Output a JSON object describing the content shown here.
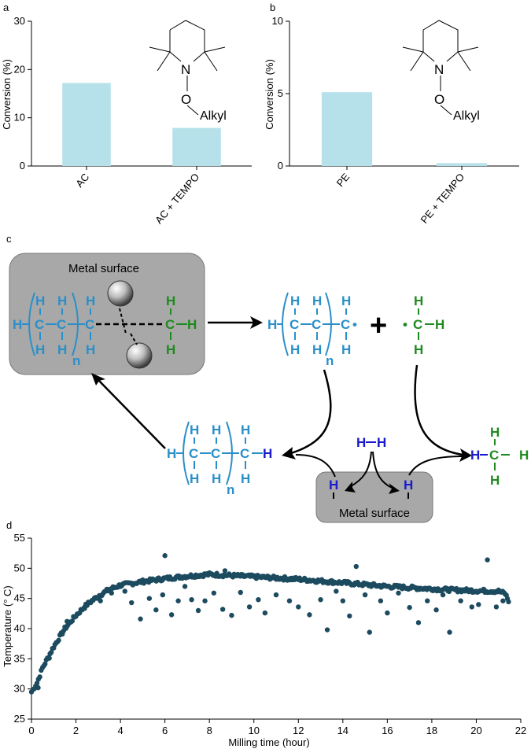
{
  "panels": {
    "a": "a",
    "b": "b",
    "c": "c",
    "d": "d"
  },
  "bar_color": "#b7e1ea",
  "point_color": "#1c4a5e",
  "chart_data": [
    {
      "type": "bar",
      "panel": "a",
      "categories": [
        "AC",
        "AC + TEMPO"
      ],
      "values": [
        17.2,
        7.9
      ],
      "ylabel": "Conversion (%)",
      "ylim": [
        0,
        30
      ],
      "yticks": [
        0,
        10,
        20,
        30
      ]
    },
    {
      "type": "bar",
      "panel": "b",
      "categories": [
        "PE",
        "PE + TEMPO"
      ],
      "values": [
        5.1,
        0.2
      ],
      "ylabel": "Conversion (%)",
      "ylim": [
        0,
        10
      ],
      "yticks": [
        0,
        5,
        10
      ]
    },
    {
      "type": "scatter",
      "panel": "d",
      "xlabel": "Milling time (hour)",
      "ylabel": "Temperature (° C)",
      "xlim": [
        0,
        22
      ],
      "ylim": [
        25,
        55
      ],
      "xticks": [
        0,
        2,
        4,
        6,
        8,
        10,
        12,
        14,
        16,
        18,
        20,
        22
      ],
      "yticks": [
        25,
        30,
        35,
        40,
        45,
        50,
        55
      ],
      "trend": [
        [
          0,
          29.5
        ],
        [
          0.25,
          31
        ],
        [
          0.5,
          33.5
        ],
        [
          1,
          37
        ],
        [
          1.5,
          40
        ],
        [
          2,
          42.2
        ],
        [
          2.5,
          44
        ],
        [
          3,
          45.4
        ],
        [
          3.5,
          46.5
        ],
        [
          4,
          47.2
        ],
        [
          5,
          47.8
        ],
        [
          6,
          48.3
        ],
        [
          7,
          48.7
        ],
        [
          8,
          49
        ],
        [
          9,
          48.8
        ],
        [
          10,
          48.6
        ],
        [
          11,
          48.4
        ],
        [
          12,
          48.2
        ],
        [
          13,
          47.9
        ],
        [
          14,
          47.6
        ],
        [
          15,
          47.3
        ],
        [
          16,
          47
        ],
        [
          17,
          46.8
        ],
        [
          18,
          46.6
        ],
        [
          19,
          46.4
        ],
        [
          20,
          46.3
        ],
        [
          21,
          46.2
        ],
        [
          21.3,
          45.8
        ],
        [
          21.5,
          44.2
        ]
      ],
      "outliers": [
        [
          0.3,
          30.2
        ],
        [
          0.8,
          35.1
        ],
        [
          1.6,
          41.2
        ],
        [
          2.4,
          43.6
        ],
        [
          3.1,
          44.6
        ],
        [
          3.6,
          45.9
        ],
        [
          4.2,
          46.2
        ],
        [
          4.5,
          44.3
        ],
        [
          4.9,
          41.6
        ],
        [
          5.3,
          45.0
        ],
        [
          5.6,
          43.1
        ],
        [
          5.9,
          45.6
        ],
        [
          6.0,
          52.1
        ],
        [
          6.3,
          42.3
        ],
        [
          6.6,
          44.6
        ],
        [
          6.9,
          47.0
        ],
        [
          7.2,
          44.8
        ],
        [
          7.5,
          43.0
        ],
        [
          7.8,
          44.6
        ],
        [
          8.2,
          45.9
        ],
        [
          8.6,
          43.2
        ],
        [
          8.7,
          49.6
        ],
        [
          9.0,
          42.2
        ],
        [
          9.4,
          46.0
        ],
        [
          9.8,
          43.6
        ],
        [
          10.2,
          44.8
        ],
        [
          10.5,
          42.6
        ],
        [
          11.0,
          45.6
        ],
        [
          11.6,
          44.6
        ],
        [
          12.0,
          43.6
        ],
        [
          12.5,
          42.3
        ],
        [
          13.0,
          44.8
        ],
        [
          13.3,
          39.8
        ],
        [
          13.7,
          46.2
        ],
        [
          14.0,
          44.6
        ],
        [
          14.3,
          42.1
        ],
        [
          14.6,
          50.3
        ],
        [
          15.0,
          45.6
        ],
        [
          15.2,
          39.4
        ],
        [
          15.7,
          44.6
        ],
        [
          16.0,
          42.6
        ],
        [
          16.5,
          45.9
        ],
        [
          17.0,
          43.5
        ],
        [
          17.4,
          41.0
        ],
        [
          17.8,
          44.6
        ],
        [
          18.2,
          43.1
        ],
        [
          18.5,
          45.6
        ],
        [
          18.8,
          39.4
        ],
        [
          19.3,
          44.6
        ],
        [
          19.8,
          43.6
        ],
        [
          20.1,
          44.0
        ],
        [
          20.5,
          51.4
        ],
        [
          20.9,
          43.6
        ],
        [
          21.2,
          44.6
        ]
      ]
    }
  ],
  "tempo": {
    "n": "N",
    "o": "O",
    "alkyl": "Alkyl"
  },
  "scheme": {
    "metal_top": "Metal surface",
    "metal_bottom": "Metal surface",
    "H": "H",
    "C": "C",
    "n": "n",
    "plus": "+",
    "radical": "•"
  }
}
